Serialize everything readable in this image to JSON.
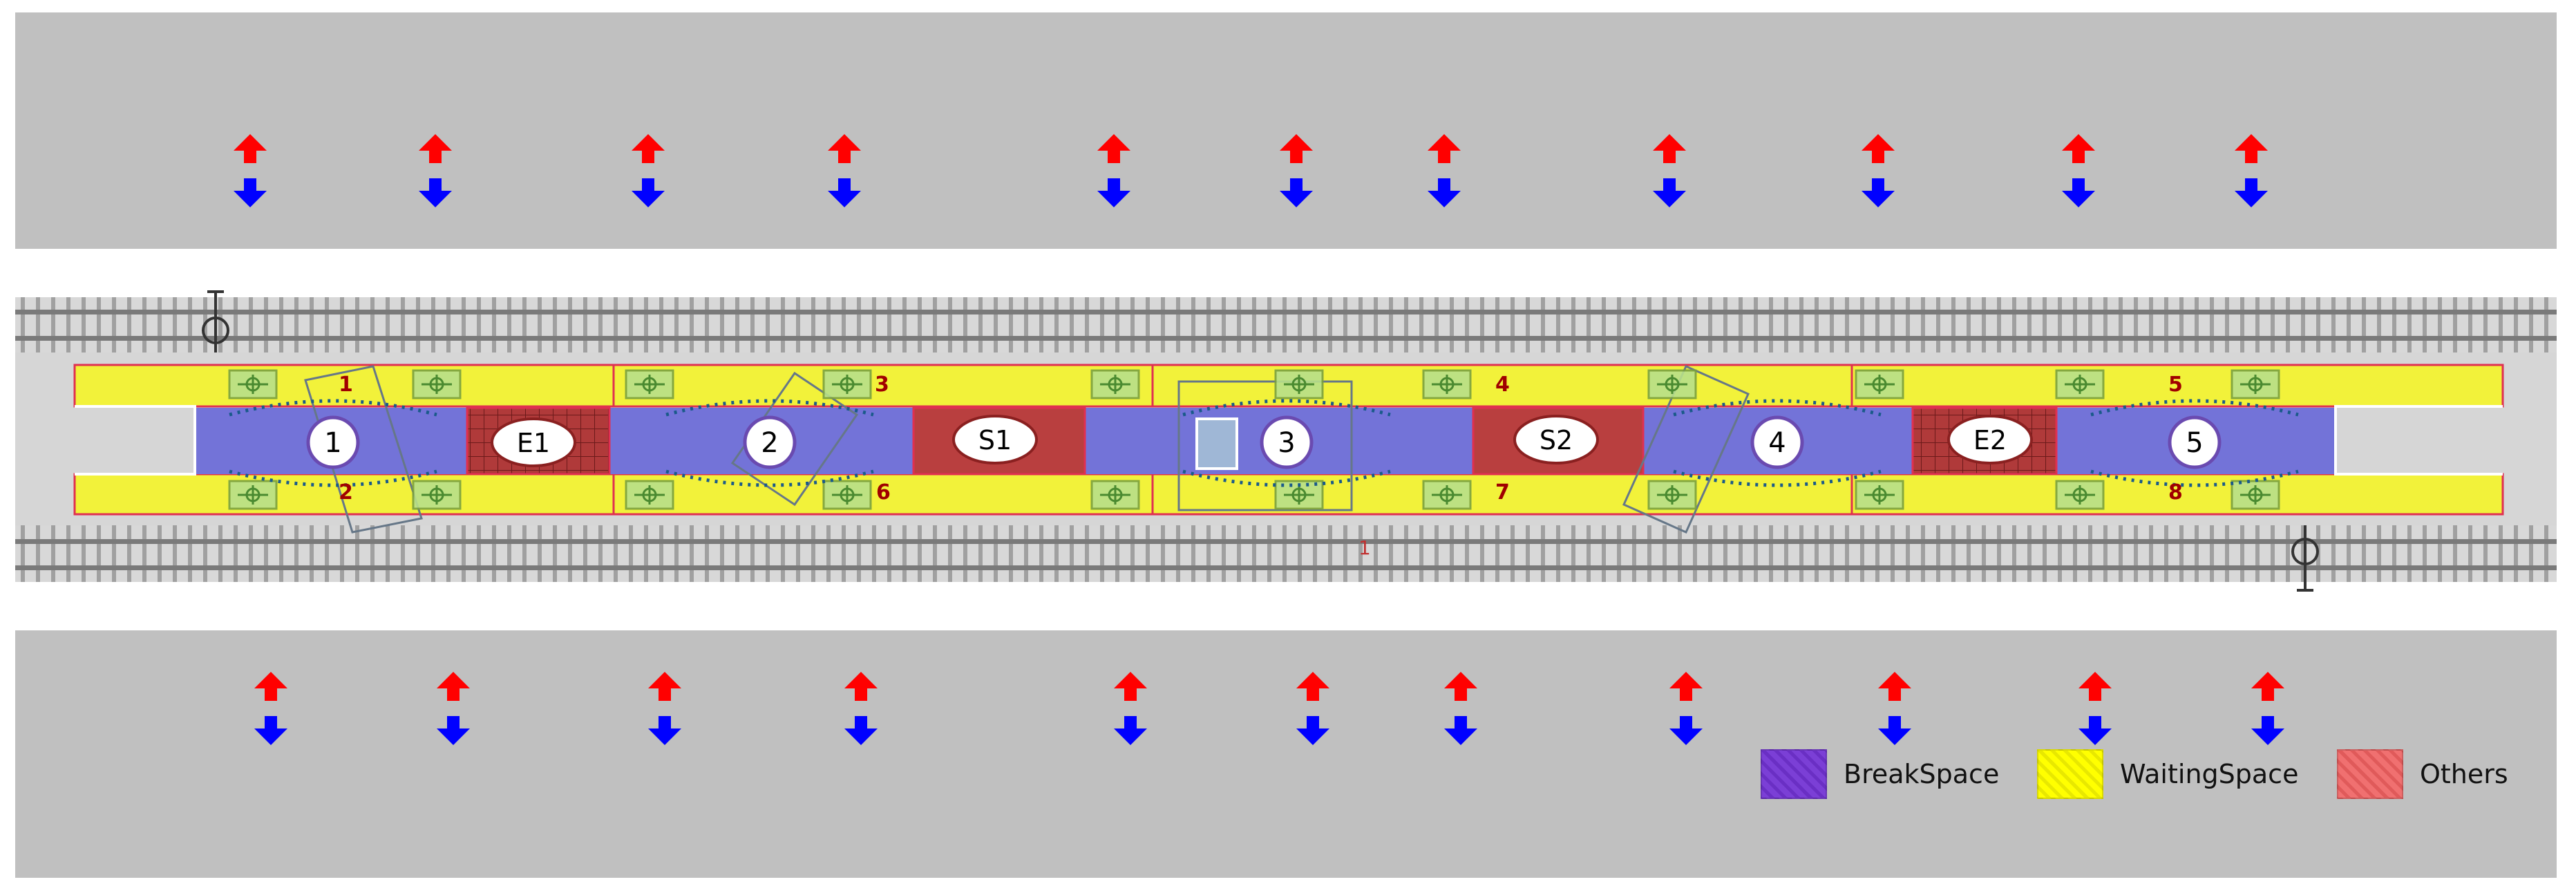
{
  "areas": [
    {
      "id": "area-1",
      "label": "1"
    },
    {
      "id": "area-2",
      "label": "2"
    },
    {
      "id": "area-3",
      "label": "3"
    },
    {
      "id": "area-4",
      "label": "4"
    },
    {
      "id": "area-5",
      "label": "5"
    }
  ],
  "special_areas": [
    {
      "id": "E1",
      "label": "E1"
    },
    {
      "id": "S1",
      "label": "S1"
    },
    {
      "id": "S2",
      "label": "S2"
    },
    {
      "id": "E2",
      "label": "E2"
    }
  ],
  "waiting_zones": [
    "1",
    "2",
    "3",
    "4",
    "5",
    "6",
    "7",
    "8"
  ],
  "track_label": "1",
  "legend": [
    {
      "label": "BreakSpace",
      "color": "#7b3fd6"
    },
    {
      "label": "WaitingSpace",
      "color": "#ffff00"
    },
    {
      "label": "Others",
      "color": "#f07070"
    }
  ],
  "colors": {
    "band": "#c0c0c0",
    "waiting": "#f2f23a",
    "break": "#7373d8",
    "others": "#b93f3f",
    "arrow_up": "#ff0000",
    "arrow_down": "#0000ff",
    "zone_label": "#a00000"
  }
}
